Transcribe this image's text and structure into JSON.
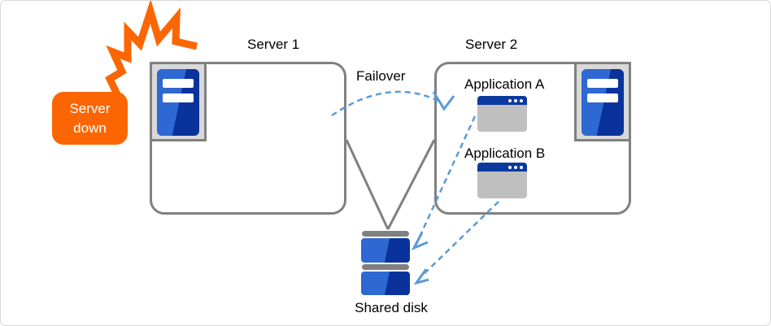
{
  "diagram": {
    "alert": {
      "label": "Server down"
    },
    "servers": [
      {
        "name": "Server 1"
      },
      {
        "name": "Server 2",
        "applications": [
          "Application A",
          "Application B"
        ]
      }
    ],
    "failover": {
      "label": "Failover"
    },
    "shared_disk": {
      "label": "Shared disk"
    },
    "icons": {
      "server": "server-tower-icon",
      "application": "app-window-icon",
      "shared_disk": "disk-stack-icon",
      "alert": "explosion-burst-icon",
      "failover_arrow": "dashed-curved-arrow",
      "disk_access_arrows": "dashed-straight-arrows"
    },
    "colors": {
      "orange": "#fb6602",
      "box_border_gray": "#808080",
      "icon_frame_gray": "#d9d9d9",
      "blue_dark": "#09339b",
      "blue_light": "#2e68d2",
      "app_body_gray": "#bfbfbf",
      "arrow_blue": "#5b9bd5",
      "text_black": "#000000"
    }
  }
}
